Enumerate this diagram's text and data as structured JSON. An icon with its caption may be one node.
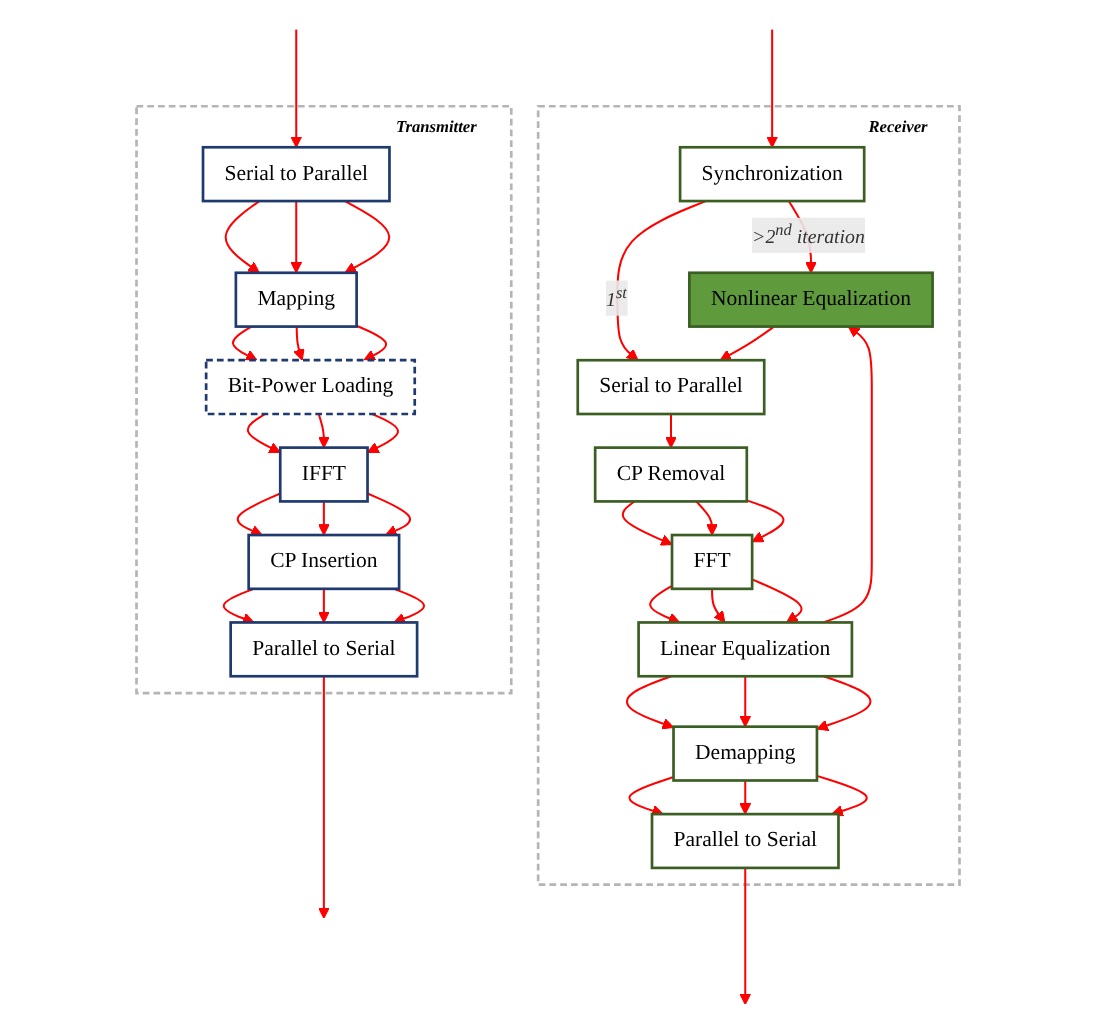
{
  "diagram": {
    "nodes": [
      {
        "text": [
          "Transmitter"
        ]
      },
      {
        "text": [
          "Serial to Parallel"
        ],
        "in": 0
      },
      {
        "text": [
          "Mapping"
        ],
        "in": 0
      },
      {
        "text": [
          "Bit-Power Loading"
        ],
        "in": 0
      },
      {
        "text": [
          "IFFT"
        ],
        "in": 0
      },
      {
        "text": [
          "CP Insertion"
        ],
        "in": 0
      },
      {
        "text": [
          "Parallel to Serial"
        ],
        "in": 0
      },
      {
        "text": [
          "Receiver"
        ]
      },
      {
        "text": [
          "Synchronization"
        ],
        "in": 7
      },
      {
        "text": [
          "Nonlinear Equalization"
        ],
        "in": 7
      },
      {
        "text": [
          "Serial to Parallel"
        ],
        "in": 7
      },
      {
        "text": [
          "CP Removal"
        ],
        "in": 7
      },
      {
        "text": [
          "FFT"
        ],
        "in": 7
      },
      {
        "text": [
          "Linear Equalization"
        ],
        "in": 7
      },
      {
        "text": [
          "Demapping"
        ],
        "in": 7
      },
      {
        "text": [
          "Parallel to Serial"
        ],
        "in": 7
      }
    ],
    "edges": [
      {
        "from": null,
        "to": 1,
        "arrow": "to"
      },
      {
        "from": 1,
        "to": 2,
        "arrow": "to"
      },
      {
        "from": 1,
        "to": 2,
        "arrow": "to"
      },
      {
        "from": 1,
        "to": 2,
        "arrow": "to"
      },
      {
        "from": 2,
        "to": 3,
        "arrow": "to"
      },
      {
        "from": 2,
        "to": 3,
        "arrow": "to"
      },
      {
        "from": 2,
        "to": 3,
        "arrow": "to"
      },
      {
        "from": 3,
        "to": 4,
        "arrow": "to"
      },
      {
        "from": 3,
        "to": 4,
        "arrow": "to"
      },
      {
        "from": 3,
        "to": 4,
        "arrow": "to"
      },
      {
        "from": 4,
        "to": 5,
        "arrow": "to"
      },
      {
        "from": 4,
        "to": 5,
        "arrow": "to"
      },
      {
        "from": 4,
        "to": 5,
        "arrow": "to"
      },
      {
        "from": 5,
        "to": 6,
        "arrow": "to"
      },
      {
        "from": 5,
        "to": 6,
        "arrow": "to"
      },
      {
        "from": 5,
        "to": 6,
        "arrow": "to"
      },
      {
        "from": 6,
        "to": null,
        "arrow": "to"
      },
      {
        "from": null,
        "to": 8,
        "arrow": "to"
      },
      {
        "from": 8,
        "to": 9,
        "arrow": "to",
        "label": ">2$^{nd}$ iteration"
      },
      {
        "from": 8,
        "to": 10,
        "arrow": "to",
        "label": "1$^{st}$"
      },
      {
        "from": 9,
        "to": 10,
        "arrow": "to"
      },
      {
        "from": 10,
        "to": 11,
        "arrow": "to"
      },
      {
        "from": 11,
        "to": 12,
        "arrow": "to"
      },
      {
        "from": 11,
        "to": 12,
        "arrow": "to"
      },
      {
        "from": 11,
        "to": 12,
        "arrow": "to"
      },
      {
        "from": 12,
        "to": 13,
        "arrow": "to"
      },
      {
        "from": 12,
        "to": 13,
        "arrow": "to"
      },
      {
        "from": 12,
        "to": 13,
        "arrow": "to"
      },
      {
        "from": 13,
        "to": 9,
        "arrow": "to"
      },
      {
        "from": 13,
        "to": 14,
        "arrow": "to"
      },
      {
        "from": 13,
        "to": 14,
        "arrow": "to"
      },
      {
        "from": 13,
        "to": 14,
        "arrow": "to"
      },
      {
        "from": 14,
        "to": 15,
        "arrow": "to"
      },
      {
        "from": 14,
        "to": 15,
        "arrow": "to"
      },
      {
        "from": 14,
        "to": 15,
        "arrow": "to"
      },
      {
        "from": 15,
        "to": null,
        "arrow": "to"
      }
    ]
  }
}
